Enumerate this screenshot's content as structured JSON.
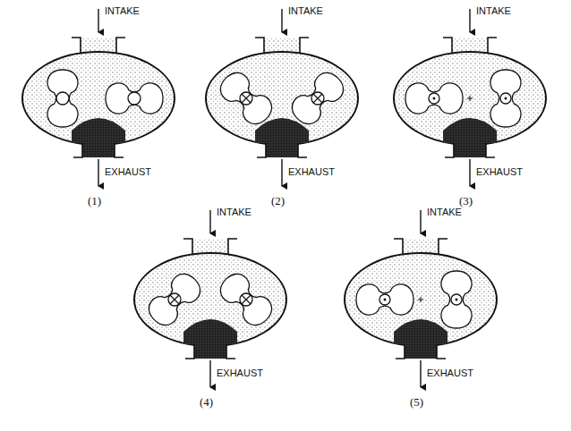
{
  "diagram": {
    "labels": [
      "INTAKE",
      "EXHAUST",
      "(1)",
      "INTAKE",
      "EXHAUST",
      "(2)",
      "INTAKE",
      "EXHAUST",
      "(3)",
      "INTAKE",
      "EXHAUST",
      "(4)",
      "INTAKE",
      "EXHAUST",
      "(5)"
    ]
  }
}
